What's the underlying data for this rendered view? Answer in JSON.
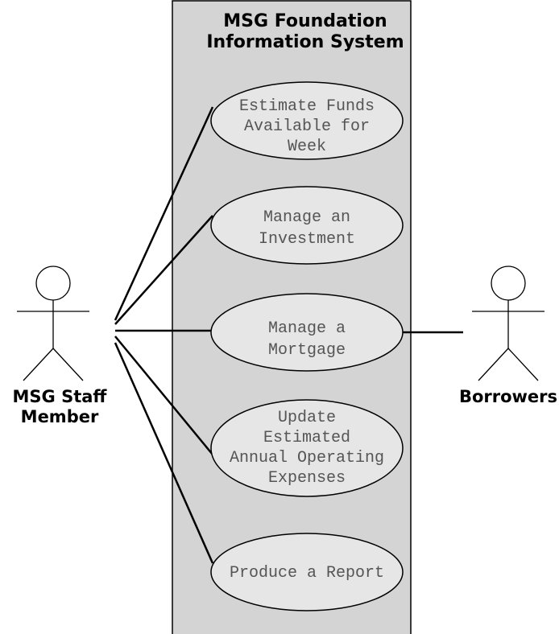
{
  "system": {
    "title_lines": [
      "MSG Foundation",
      "Information System"
    ]
  },
  "actors": [
    {
      "id": "staff",
      "label_lines": [
        "MSG Staff",
        "Member"
      ]
    },
    {
      "id": "borrowers",
      "label_lines": [
        "Borrowers"
      ]
    }
  ],
  "use_cases": [
    {
      "id": "estimate-funds",
      "label_lines": [
        "Estimate Funds",
        "Available for",
        "Week"
      ]
    },
    {
      "id": "manage-investment",
      "label_lines": [
        "Manage an",
        "Investment"
      ]
    },
    {
      "id": "manage-mortgage",
      "label_lines": [
        "Manage a",
        "Mortgage"
      ]
    },
    {
      "id": "update-expenses",
      "label_lines": [
        "Update",
        "Estimated",
        "Annual Operating",
        "Expenses"
      ]
    },
    {
      "id": "produce-report",
      "label_lines": [
        "Produce a Report"
      ]
    }
  ],
  "associations": [
    {
      "actor": "staff",
      "use_case": "estimate-funds"
    },
    {
      "actor": "staff",
      "use_case": "manage-investment"
    },
    {
      "actor": "staff",
      "use_case": "manage-mortgage"
    },
    {
      "actor": "staff",
      "use_case": "update-expenses"
    },
    {
      "actor": "staff",
      "use_case": "produce-report"
    },
    {
      "actor": "borrowers",
      "use_case": "manage-mortgage"
    }
  ],
  "colors": {
    "system_fill": "#d4d4d4",
    "ellipse_fill": "#e6e6e6",
    "stroke": "#000000",
    "use_case_text": "#555555"
  }
}
